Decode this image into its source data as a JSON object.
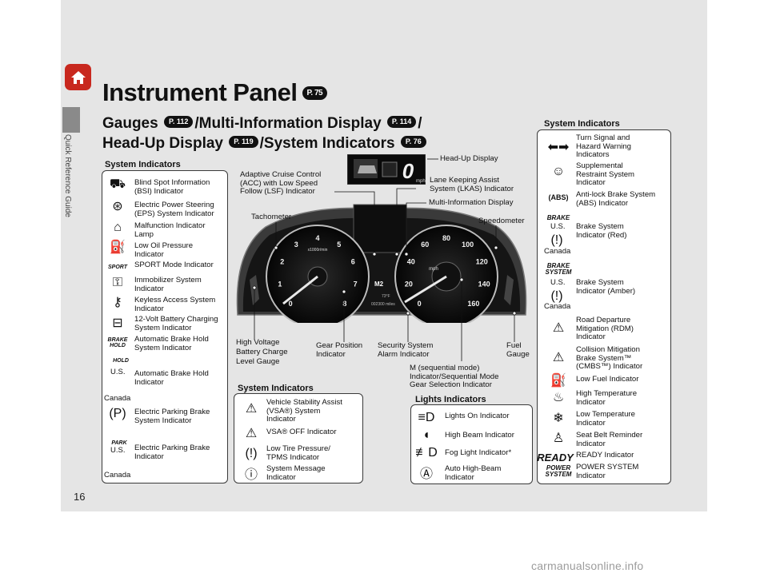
{
  "nav": {
    "side_label": "Quick Reference Guide",
    "page_number": "16"
  },
  "title": {
    "text": "Instrument Panel",
    "ref": "P. 75"
  },
  "subtitle": {
    "part1": "Gauges",
    "ref1": "P. 112",
    "part2": "/Multi-Information Display",
    "ref2": "P. 114",
    "part3": "/",
    "part4": "Head-Up Display",
    "ref4": "P. 119",
    "part5": "/System Indicators",
    "ref5": "P. 76"
  },
  "left_panel": {
    "heading": "System Indicators",
    "items": [
      {
        "icon": "blind-spot-icon",
        "glyph": "⛟",
        "label": "Blind Spot Information\n(BSI) Indicator"
      },
      {
        "icon": "steering-wheel-icon",
        "glyph": "⊛",
        "label": "Electric Power Steering\n(EPS) System Indicator"
      },
      {
        "icon": "engine-icon",
        "glyph": "⌂",
        "label": "Malfunction Indicator\nLamp"
      },
      {
        "icon": "oil-can-icon",
        "glyph": "⛽",
        "label": "Low Oil Pressure\nIndicator"
      },
      {
        "icon": "sport-icon",
        "glyph": "SPORT",
        "label": "SPORT Mode Indicator"
      },
      {
        "icon": "key-icon",
        "glyph": "⚿",
        "label": "Immobilizer System\nIndicator"
      },
      {
        "icon": "key-fob-icon",
        "glyph": "⚷",
        "label": "Keyless Access System\nIndicator"
      },
      {
        "icon": "battery-icon",
        "glyph": "⊟",
        "label": "12-Volt Battery Charging\nSystem Indicator"
      },
      {
        "icon": "brake-hold-icon",
        "glyph": "BRAKE HOLD",
        "label": "Automatic Brake Hold\nSystem Indicator"
      },
      {
        "icon": "hold-icon",
        "glyph": "HOLD",
        "label": "Automatic Brake Hold\nIndicator"
      },
      {
        "icon": "parking-brake-icon",
        "glyph": "(P)",
        "label": "Electric Parking Brake\nSystem Indicator"
      },
      {
        "icon": "park-icon",
        "glyph": "PARK",
        "label": "Electric Parking Brake\nIndicator"
      }
    ],
    "us": "U.S.",
    "canada": "Canada"
  },
  "center_panel": {
    "heading": "System Indicators",
    "items": [
      {
        "icon": "vsa-icon",
        "label": "Vehicle Stability Assist\n(VSA®) System\nIndicator"
      },
      {
        "icon": "vsa-off-icon",
        "label": "VSA® OFF Indicator"
      },
      {
        "icon": "tire-pressure-icon",
        "label": "Low Tire Pressure/\nTPMS Indicator"
      },
      {
        "icon": "system-message-icon",
        "label": "System Message\nIndicator"
      }
    ]
  },
  "lights_panel": {
    "heading": "Lights Indicators",
    "items": [
      {
        "icon": "lights-on-icon",
        "label": "Lights On Indicator"
      },
      {
        "icon": "high-beam-icon",
        "label": "High Beam Indicator"
      },
      {
        "icon": "fog-light-icon",
        "label": "Fog Light Indicator*"
      },
      {
        "icon": "auto-high-beam-icon",
        "label": "Auto High-Beam\nIndicator"
      }
    ]
  },
  "right_panel": {
    "heading": "System Indicators",
    "items": [
      {
        "icon": "turn-signal-icon",
        "label": "Turn Signal and\nHazard Warning\nIndicators"
      },
      {
        "icon": "airbag-icon",
        "label": "Supplemental\nRestraint System\nIndicator"
      },
      {
        "icon": "abs-icon",
        "label": "Anti-lock Brake System\n(ABS) Indicator"
      },
      {
        "icon": "brake-red-icon",
        "label": "Brake System\nIndicator (Red)"
      },
      {
        "icon": "brake-amber-icon",
        "label": "Brake System\nIndicator (Amber)"
      },
      {
        "icon": "rdm-icon",
        "label": "Road Departure\nMitigation (RDM)\nIndicator"
      },
      {
        "icon": "cmbs-icon",
        "label": "Collision Mitigation\nBrake System™\n(CMBS™) Indicator"
      },
      {
        "icon": "fuel-icon",
        "label": "Low Fuel Indicator"
      },
      {
        "icon": "high-temp-icon",
        "label": "High Temperature\nIndicator"
      },
      {
        "icon": "low-temp-icon",
        "label": "Low Temperature\nIndicator"
      },
      {
        "icon": "seat-belt-icon",
        "label": "Seat Belt Reminder\nIndicator"
      },
      {
        "icon": "ready-icon",
        "label": "READY Indicator"
      },
      {
        "icon": "power-system-icon",
        "label": "POWER SYSTEM\nIndicator"
      }
    ],
    "glyph_brake": "BRAKE",
    "glyph_brake_system": "BRAKE\nSYSTEM",
    "glyph_ready": "READY",
    "glyph_power": "POWER\nSYSTEM",
    "us": "U.S.",
    "canada": "Canada"
  },
  "callouts": {
    "head_up": "Head-Up Display",
    "acc": "Adaptive Cruise Control\n(ACC) with Low Speed\nFollow (LSF) Indicator",
    "lkas": "Lane Keeping Assist\nSystem (LKAS) Indicator",
    "mid": "Multi-Information Display",
    "tachometer": "Tachometer",
    "speedometer": "Speedometer",
    "hv_battery": "High Voltage\nBattery Charge\nLevel Gauge",
    "gear_pos": "Gear Position\nIndicator",
    "security": "Security System\nAlarm Indicator",
    "fuel_gauge": "Fuel\nGauge",
    "m_mode": "M (sequential mode)\nIndicator/Sequential Mode\nGear Selection Indicator"
  },
  "cluster": {
    "hud_speed": "0",
    "hud_unit": "mph",
    "tach_unit": "x1000r/min",
    "tach_ticks": [
      "0",
      "1",
      "2",
      "3",
      "4",
      "5",
      "6",
      "7",
      "8"
    ],
    "speed_ticks": [
      "0",
      "20",
      "40",
      "60",
      "80",
      "100",
      "120",
      "140",
      "160"
    ],
    "speed_unit": "mph",
    "gear": "M2",
    "temp": "73°F",
    "odometer": "002300 miles"
  },
  "watermark": "carmanualsonline.info"
}
